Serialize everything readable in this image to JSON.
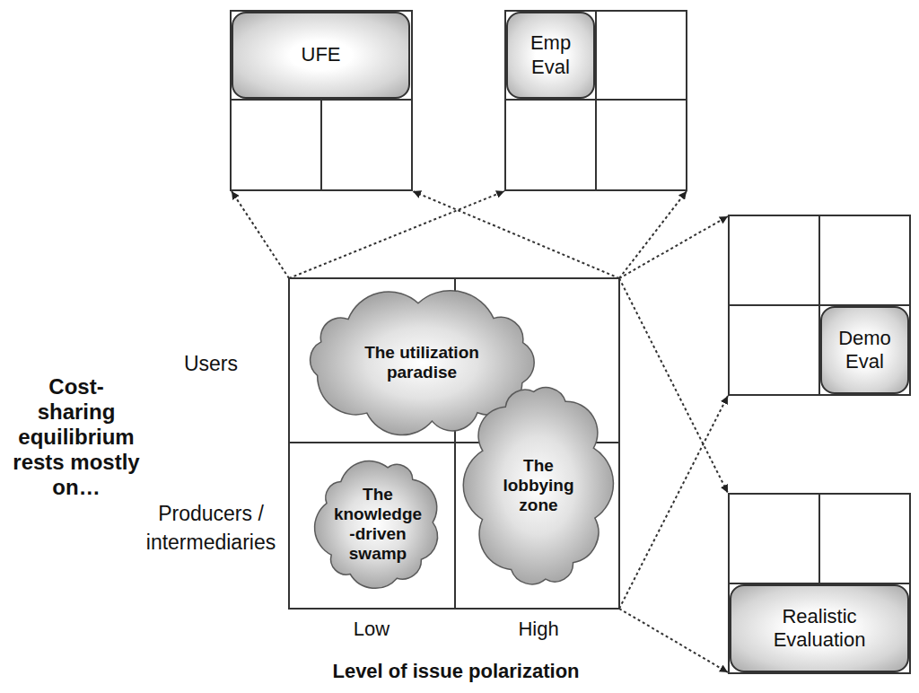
{
  "diagram": {
    "nodes": [
      {
        "text": [
          "UFE"
        ]
      },
      {
        "text": [
          "Emp Eval"
        ]
      },
      {
        "text": [
          "The utilization paradise"
        ]
      },
      {
        "text": [
          "Demo Eval"
        ]
      },
      {
        "text": [
          "The knowledge -driven swamp"
        ]
      },
      {
        "text": [
          "The lobbying zone"
        ]
      },
      {
        "text": [
          "Realistic Evaluation"
        ]
      }
    ],
    "labels": [
      "Cost- sharing equilibrium rests mostly on…",
      "Users",
      "Producers / intermediaries",
      "Low",
      "High",
      "Level of issue polarization"
    ]
  }
}
